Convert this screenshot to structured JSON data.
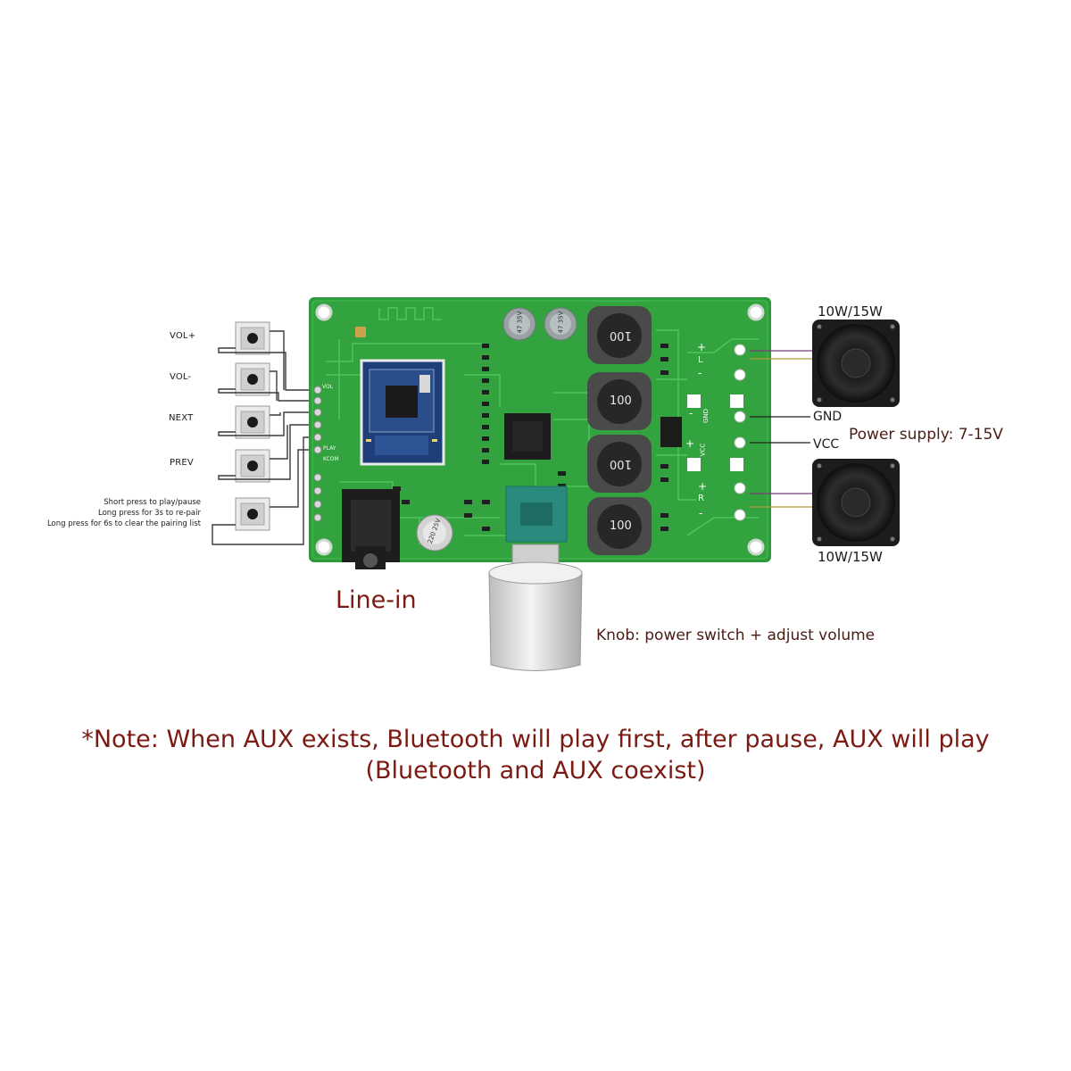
{
  "buttons": [
    {
      "label": "VOL+"
    },
    {
      "label": "VOL-"
    },
    {
      "label": "NEXT"
    },
    {
      "label": "PREV"
    }
  ],
  "play_button_notes": [
    "Short press to play/pause",
    "Long press for 3s to re-pair",
    "Long press for 6s to clear the pairing list"
  ],
  "board": {
    "pin_labels": [
      "VOL",
      "PLAY",
      "KCOM"
    ],
    "inductor_labels": [
      "100",
      "100",
      "100",
      "100"
    ],
    "capacitor_labels": [
      "47 35V",
      "47 35V",
      "220 25V"
    ],
    "terminal_marks": [
      "+",
      "L",
      "-",
      "-",
      "GND",
      "+",
      "VCC",
      "+",
      "R",
      "-"
    ]
  },
  "labels": {
    "line_in": "Line-in",
    "knob": "Knob: power switch + adjust volume",
    "speaker_top": "10W/15W",
    "speaker_bottom": "10W/15W",
    "gnd": "GND",
    "vcc": "VCC",
    "power_supply": "Power supply:  7-15V"
  },
  "note": {
    "line1": "*Note: When AUX exists, Bluetooth will play first, after pause, AUX will play",
    "line2": "(Bluetooth and AUX coexist)"
  },
  "colors": {
    "pcb": "#2f9a3c",
    "pcb_trace": "#4cc25a",
    "label_red": "#7a1a12",
    "wire": "#222222"
  }
}
